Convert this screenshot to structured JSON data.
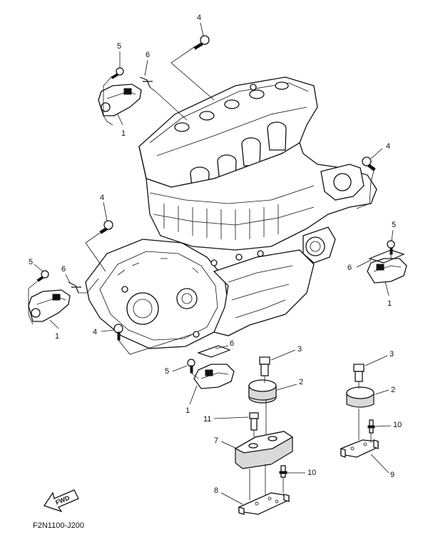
{
  "diagram": {
    "code": "F2N1100-J200",
    "fwd_label": "FWD",
    "callouts": [
      {
        "id": "c4a",
        "text": "4"
      },
      {
        "id": "c5a",
        "text": "5"
      },
      {
        "id": "c6a",
        "text": "6"
      },
      {
        "id": "c1a",
        "text": "1"
      },
      {
        "id": "c4b",
        "text": "4"
      },
      {
        "id": "c4c",
        "text": "4"
      },
      {
        "id": "c5b",
        "text": "5"
      },
      {
        "id": "c6b",
        "text": "6"
      },
      {
        "id": "c1b",
        "text": "1"
      },
      {
        "id": "c5c",
        "text": "5"
      },
      {
        "id": "c6c",
        "text": "6"
      },
      {
        "id": "c1c",
        "text": "1"
      },
      {
        "id": "c4d",
        "text": "4"
      },
      {
        "id": "c6d",
        "text": "6"
      },
      {
        "id": "c5d",
        "text": "5"
      },
      {
        "id": "c1d",
        "text": "1"
      },
      {
        "id": "c3a",
        "text": "3"
      },
      {
        "id": "c2a",
        "text": "2"
      },
      {
        "id": "c11",
        "text": "11"
      },
      {
        "id": "c7",
        "text": "7"
      },
      {
        "id": "c10a",
        "text": "10"
      },
      {
        "id": "c8",
        "text": "8"
      },
      {
        "id": "c3b",
        "text": "3"
      },
      {
        "id": "c2b",
        "text": "2"
      },
      {
        "id": "c10b",
        "text": "10"
      },
      {
        "id": "c9",
        "text": "9"
      }
    ]
  }
}
